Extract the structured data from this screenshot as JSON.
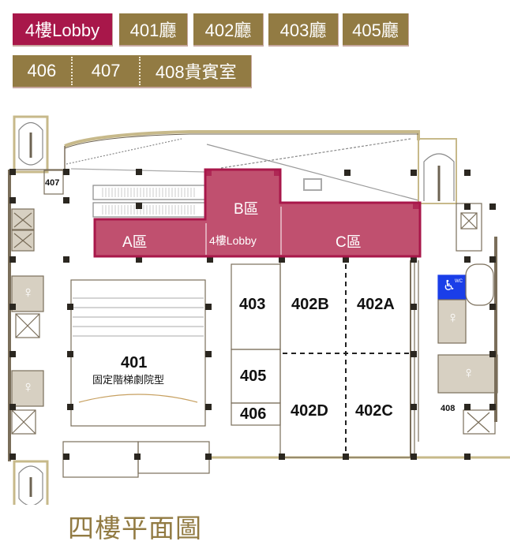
{
  "tabs_row1": [
    {
      "label": "4樓Lobby",
      "active": true
    },
    {
      "label": "401廳",
      "active": false
    },
    {
      "label": "402廳",
      "active": false
    },
    {
      "label": "403廳",
      "active": false
    },
    {
      "label": "405廳",
      "active": false
    }
  ],
  "tabs_row2": [
    {
      "label": "406"
    },
    {
      "label": "407"
    },
    {
      "label": "408貴賓室"
    }
  ],
  "colors": {
    "gold": "#927b43",
    "active": "#a8174a",
    "lobby_zone": "#c0506f",
    "zone_border": "#a8174a",
    "wall": "#7a6e5a",
    "restroom": "#d7d0c2",
    "accessible": "#1a3ee8"
  },
  "zones": {
    "a": "A區",
    "b": "B區",
    "c": "C區",
    "lobby": "4樓Lobby"
  },
  "rooms": {
    "r401": "401",
    "r401_sub": "固定階梯劇院型",
    "r402a": "402A",
    "r402b": "402B",
    "r402c": "402C",
    "r402d": "402D",
    "r403": "403",
    "r405": "405",
    "r406": "406",
    "r407": "407",
    "r408": "408"
  },
  "accessible_wc": "WC",
  "title": "四樓平面圖"
}
